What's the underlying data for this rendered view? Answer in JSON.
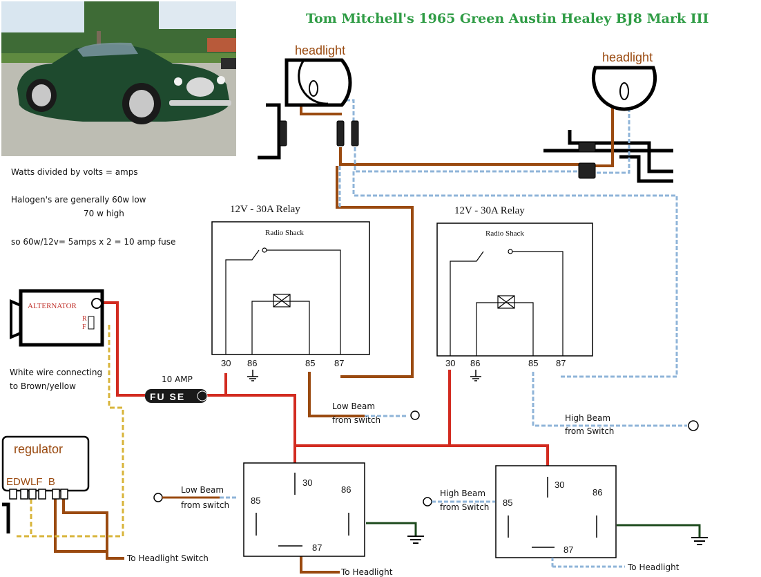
{
  "title": "Tom Mitchell's 1965 Green Austin Healey BJ8 Mark III",
  "colors": {
    "title": "#2f9c45",
    "car_body": "#1e4a2e",
    "wire_red": "#d22b20",
    "wire_brown": "#9a4a10",
    "wire_blue": "#8fb4d8",
    "wire_yellow": "#d8b43a",
    "wire_black": "#000000",
    "wire_green": "#1d4a1d"
  },
  "notes": {
    "line1": "Watts divided by volts = amps",
    "line2": "Halogen's are generally 60w low",
    "line3": "70 w high",
    "line4": "so 60w/12v= 5amps x 2 =  10 amp fuse",
    "white_wire_1": "White wire connecting",
    "white_wire_2": "to Brown/yellow"
  },
  "headlights": {
    "left": "headlight",
    "right": "headlight"
  },
  "schematic_relays": [
    {
      "title": "12V - 30A Relay",
      "brand": "Radio Shack",
      "pins": [
        "30",
        "86",
        "85",
        "87"
      ]
    },
    {
      "title": "12V - 30A Relay",
      "brand": "Radio Shack",
      "pins": [
        "30",
        "86",
        "85",
        "87"
      ]
    }
  ],
  "relay_blocks": [
    {
      "pins": [
        "30",
        "85",
        "86",
        "87"
      ]
    },
    {
      "pins": [
        "30",
        "85",
        "86",
        "87"
      ]
    }
  ],
  "alternator": {
    "label": "ALTERNATOR",
    "terminals": [
      "R",
      "F"
    ]
  },
  "regulator": {
    "label": "regulator",
    "terminals": "EDWLF  B"
  },
  "fuse": {
    "label": "FU SE",
    "rating": "10 AMP"
  },
  "switch_labels": {
    "low_beam_top": [
      "Low Beam",
      "from switch"
    ],
    "high_beam_top": [
      "High Beam",
      "from Switch"
    ],
    "low_beam_bottom": [
      "Low Beam",
      "from switch"
    ],
    "high_beam_bottom": [
      "High Beam",
      "from Switch"
    ],
    "to_headlight_switch": "To Headlight Switch",
    "to_headlight_1": "To Headlight",
    "to_headlight_2": "To Headlight"
  }
}
